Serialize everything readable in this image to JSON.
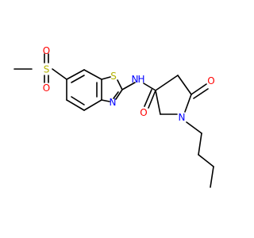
{
  "molecule": {
    "atoms": {
      "sulfonyl_s": {
        "text": "S",
        "color": "#b3b300"
      },
      "sulfonyl_o_top": {
        "text": "O",
        "color": "#ff0000"
      },
      "sulfonyl_o_bottom": {
        "text": "O",
        "color": "#ff0000"
      },
      "thiazole_s": {
        "text": "S",
        "color": "#b3b300"
      },
      "thiazole_n": {
        "text": "N",
        "color": "#0000ff"
      },
      "amide_n": {
        "text": "N",
        "color": "#0000ff"
      },
      "amide_h": {
        "text": "H",
        "color": "#0000ff"
      },
      "amide_o": {
        "text": "O",
        "color": "#ff0000"
      },
      "lactam_o": {
        "text": "O",
        "color": "#ff0000"
      },
      "lactam_n": {
        "text": "N",
        "color": "#0000ff"
      }
    }
  }
}
